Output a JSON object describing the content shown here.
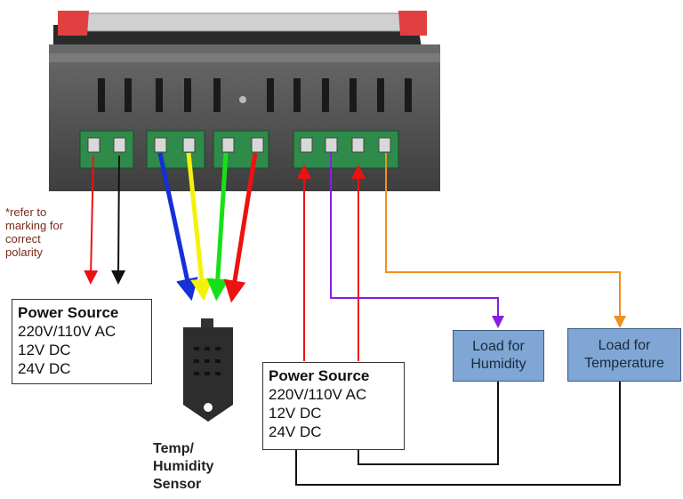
{
  "note": {
    "lines": [
      "*refer to",
      "marking for",
      "correct",
      "polarity"
    ]
  },
  "power_source_left": {
    "title": "Power Source",
    "lines": [
      "220V/110V AC",
      "12V DC",
      "24V DC"
    ]
  },
  "power_source_right": {
    "title": "Power Source",
    "lines": [
      "220V/110V AC",
      "12V DC",
      "24V DC"
    ]
  },
  "load_humidity": {
    "lines": [
      "Load for",
      "Humidity"
    ]
  },
  "load_temperature": {
    "lines": [
      "Load for",
      "Temperature"
    ]
  },
  "sensor": {
    "lines": [
      "Temp/",
      "Humidity",
      "Sensor"
    ]
  },
  "colors": {
    "red": "#ee1111",
    "black": "#111111",
    "blue": "#1530d8",
    "yellow": "#f5f20a",
    "green": "#18e018",
    "purple": "#8a1ee0",
    "orange": "#f0901e",
    "load_fill": "#7fa6d4",
    "controller_body": "#555555",
    "terminal_green": "#2e8b4a",
    "tab_red": "#e04040"
  }
}
